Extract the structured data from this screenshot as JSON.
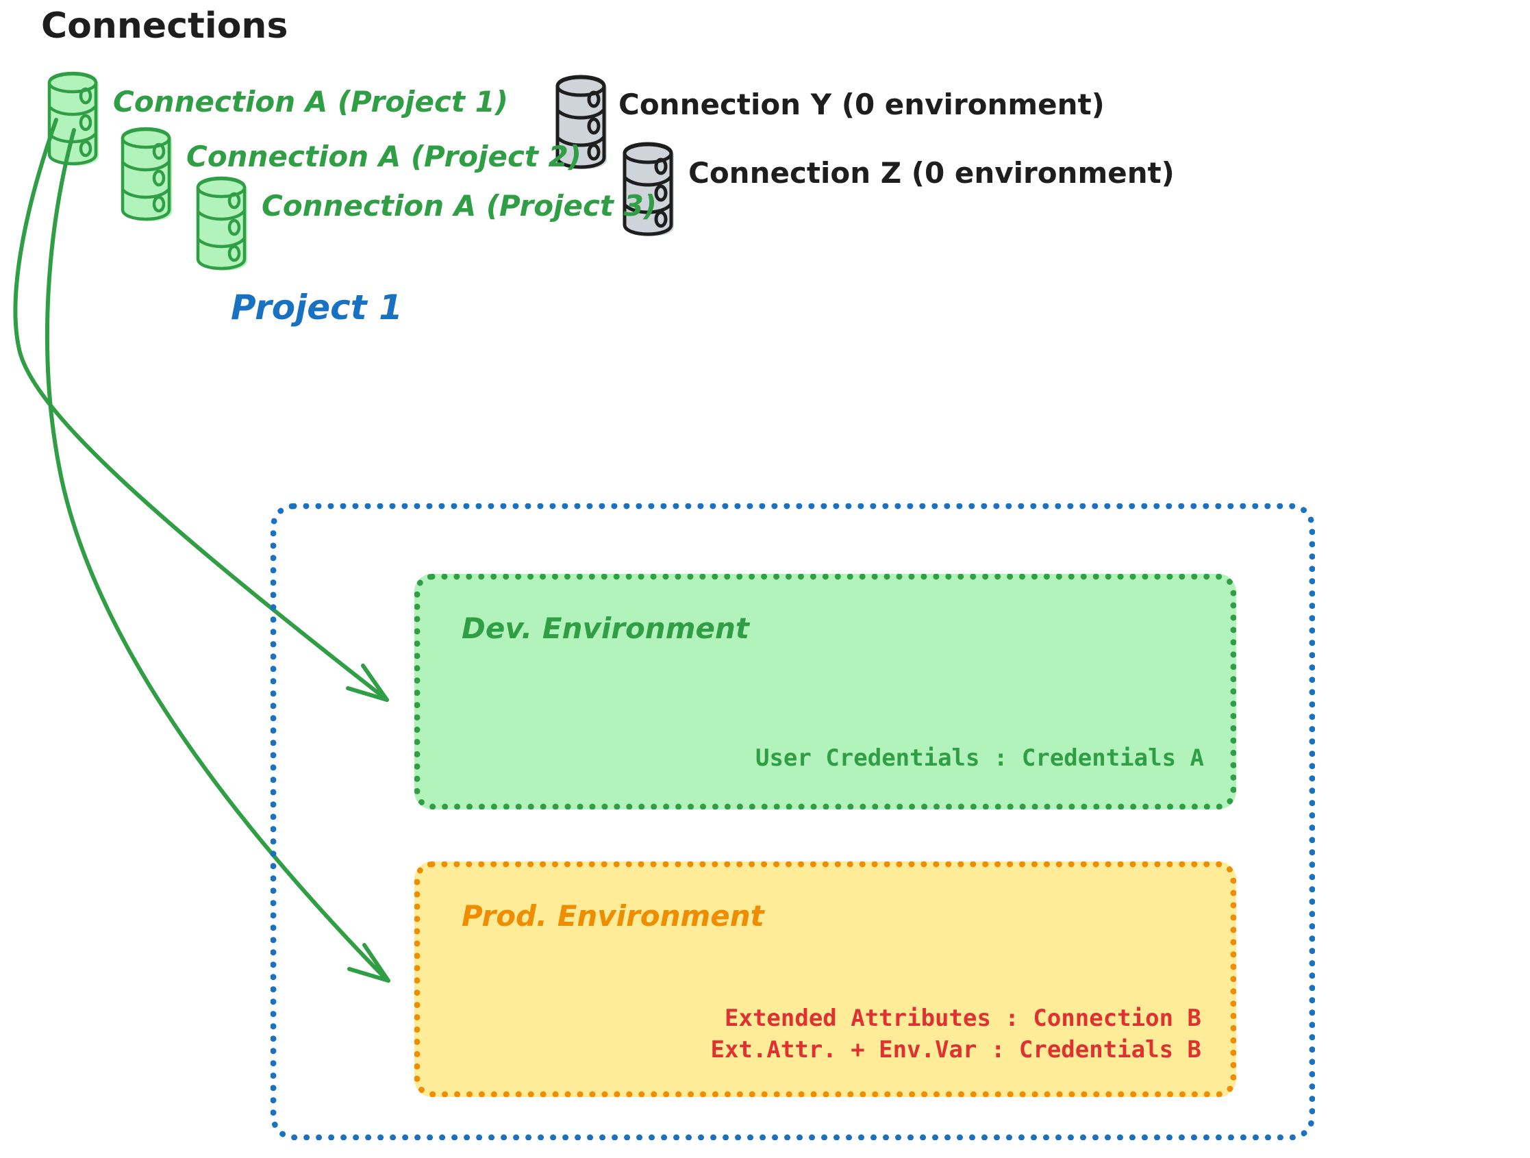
{
  "title": "Connections",
  "colors": {
    "green_stroke": "#2f9e44",
    "green_fill": "#b2f2bb",
    "gray_stroke": "#1e1e1e",
    "gray_fill": "#ced4da",
    "blue": "#1971c2",
    "orange": "#f08c00",
    "yellow_fill": "#ffec99",
    "red": "#e03131",
    "ink": "#1e1e1e"
  },
  "connections": [
    {
      "label": "Connection A (Project 1)",
      "color": "green",
      "icon": "database-icon"
    },
    {
      "label": "Connection A (Project 2)",
      "color": "green",
      "icon": "database-icon"
    },
    {
      "label": "Connection A (Project 3)",
      "color": "green",
      "icon": "database-icon"
    },
    {
      "label": "Connection Y (0 environment)",
      "color": "gray",
      "icon": "database-icon"
    },
    {
      "label": "Connection Z (0 environment)",
      "color": "gray",
      "icon": "database-icon"
    }
  ],
  "project": {
    "title": "Project 1",
    "environments": [
      {
        "name": "Dev. Environment",
        "color": "green",
        "details": [
          "User Credentials : Credentials A"
        ]
      },
      {
        "name": "Prod. Environment",
        "color": "orange",
        "details": [
          "Extended Attributes : Connection B",
          "Ext.Attr. + Env.Var : Credentials B"
        ]
      }
    ]
  },
  "arrows": [
    {
      "from": "Connection A (Project 1)",
      "to": "Dev. Environment"
    },
    {
      "from": "Connection A (Project 1)",
      "to": "Prod. Environment"
    }
  ]
}
